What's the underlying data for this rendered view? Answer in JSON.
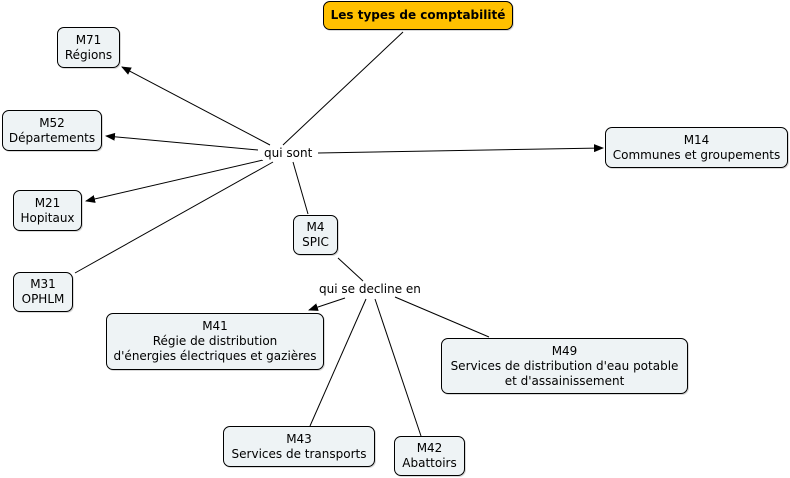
{
  "root": {
    "label": "Les types de comptabilité",
    "color": "#ffc000"
  },
  "link_labels": {
    "qui_sont": "qui sont",
    "qui_se_decline_en": "qui se decline en"
  },
  "nodes": {
    "m71": {
      "code": "M71",
      "lines": [
        "Régions"
      ]
    },
    "m52": {
      "code": "M52",
      "lines": [
        "Départements"
      ]
    },
    "m21": {
      "code": "M21",
      "lines": [
        "Hopitaux"
      ]
    },
    "m31": {
      "code": "M31",
      "lines": [
        "OPHLM"
      ]
    },
    "m14": {
      "code": "M14",
      "lines": [
        "Communes et groupements"
      ]
    },
    "m4": {
      "code": "M4",
      "lines": [
        "SPIC"
      ]
    },
    "m41": {
      "code": "M41",
      "lines": [
        "Régie de distribution",
        "d'énergies électriques et gazières"
      ]
    },
    "m49": {
      "code": "M49",
      "lines": [
        "Services de distribution d'eau potable",
        "et d'assainissement"
      ]
    },
    "m43": {
      "code": "M43",
      "lines": [
        "Services de transports"
      ]
    },
    "m42": {
      "code": "M42",
      "lines": [
        "Abattoirs"
      ]
    }
  },
  "colors": {
    "node_fill": "#eef3f5",
    "edge": "#000000"
  }
}
